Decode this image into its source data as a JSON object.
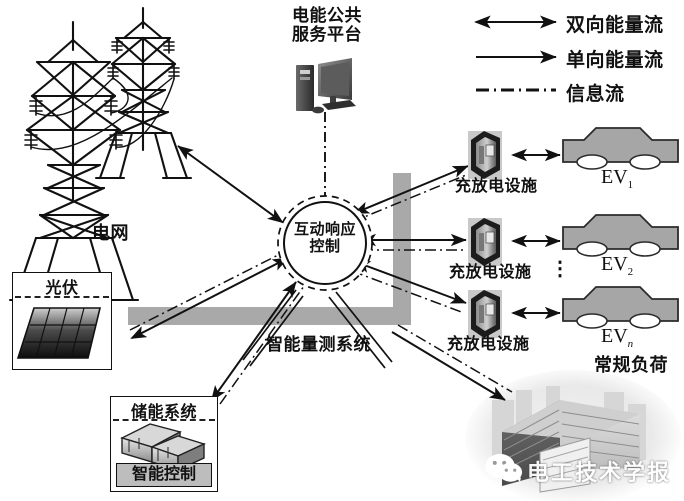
{
  "figure": {
    "title_watermark": "电工技术学报",
    "watermark_icon": "wechat-icon"
  },
  "legend": {
    "items": [
      {
        "id": "bidirectional",
        "symbol": "double-arrow",
        "label": "双向能量流"
      },
      {
        "id": "unidirectional",
        "symbol": "single-arrow",
        "label": "单向能量流"
      },
      {
        "id": "information",
        "symbol": "dash-dot-line",
        "label": "信息流"
      }
    ]
  },
  "nodes": {
    "grid": {
      "label": "电网",
      "icon": "transmission-tower-icon"
    },
    "platform": {
      "label_line1": "电能公共",
      "label_line2": "服务平台",
      "icon": "desktop-computer-icon"
    },
    "hub": {
      "label_line1": "互动响应",
      "label_line2": "控制"
    },
    "metering": {
      "label": "智能量测系统"
    },
    "pv": {
      "label": "光伏",
      "icon": "solar-panel-icon"
    },
    "storage": {
      "label": "储能系统",
      "control_label": "智能控制",
      "icon": "battery-rack-icon"
    },
    "load": {
      "label": "常规负荷",
      "icon": "office-building-icon"
    },
    "chargers": [
      {
        "label": "充放电设施",
        "icon": "charging-station-icon"
      },
      {
        "label": "充放电设施",
        "icon": "charging-station-icon"
      },
      {
        "label": "充放电设施",
        "icon": "charging-station-icon"
      }
    ],
    "evs": [
      {
        "name": "EV",
        "subscript": "1",
        "icon": "car-icon"
      },
      {
        "name": "EV",
        "subscript": "2",
        "icon": "car-icon"
      },
      {
        "name": "EV",
        "subscript": "n",
        "icon": "car-icon"
      }
    ],
    "ellipsis": "⋮"
  },
  "colors": {
    "line": "#111111",
    "bus_bar": "#a9a9a9",
    "ev_body": "#a6a6a6",
    "panel_dark": "#1a1a1a",
    "icon_gray": "#b8b8b8"
  }
}
